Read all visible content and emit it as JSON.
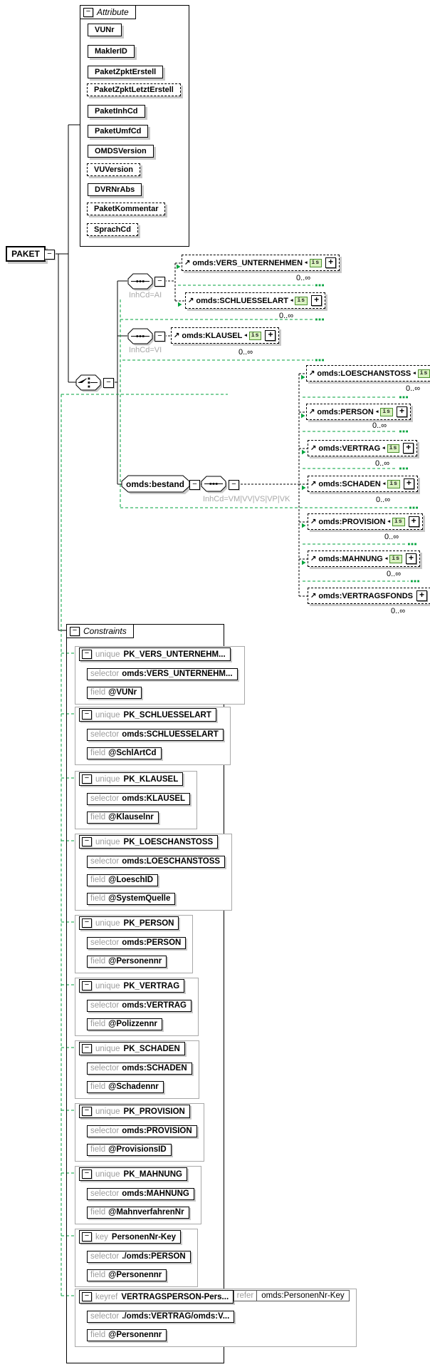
{
  "root": {
    "label": "PAKET"
  },
  "attributes": {
    "title": "Attribute",
    "items": [
      {
        "label": "VUNr",
        "optional": false
      },
      {
        "label": "MaklerID",
        "optional": false
      },
      {
        "label": "PaketZpktErstell",
        "optional": false
      },
      {
        "label": "PaketZpktLetztErstell",
        "optional": true
      },
      {
        "label": "PaketInhCd",
        "optional": false
      },
      {
        "label": "PaketUmfCd",
        "optional": false
      },
      {
        "label": "OMDSVersion",
        "optional": false
      },
      {
        "label": "VUVersion",
        "optional": true
      },
      {
        "label": "DVRNrAbs",
        "optional": false
      },
      {
        "label": "PaketKommentar",
        "optional": true
      },
      {
        "label": "SprachCd",
        "optional": true
      }
    ]
  },
  "tree": {
    "branch_ai_condition": "InhCd=AI",
    "branch_vi_condition": "InhCd=VI",
    "bestand_label": "omds:bestand",
    "bestand_condition": "InhCd=VM|VV|VS|VP|VK",
    "badge_text": "is",
    "elements": [
      {
        "label": "omds:VERS_UNTERNEHMEN",
        "badge": "is",
        "occurs": "0..∞"
      },
      {
        "label": "omds:SCHLUESSELART",
        "badge": "is",
        "occurs": "0..∞"
      },
      {
        "label": "omds:KLAUSEL",
        "badge": "is",
        "occurs": "0..∞"
      },
      {
        "label": "omds:LOESCHANSTOSS",
        "badge": "is",
        "occurs": "0..∞"
      },
      {
        "label": "omds:PERSON",
        "badge": "is",
        "occurs": "0..∞"
      },
      {
        "label": "omds:VERTRAG",
        "badge": "is",
        "occurs": "0..∞"
      },
      {
        "label": "omds:SCHADEN",
        "badge": "is",
        "occurs": "0..∞"
      },
      {
        "label": "omds:PROVISION",
        "badge": "is",
        "occurs": "0..∞"
      },
      {
        "label": "omds:MAHNUNG",
        "badge": "is",
        "occurs": "0..∞"
      },
      {
        "label": "omds:VERTRAGSFONDS",
        "badge": "",
        "occurs": "0..∞"
      }
    ]
  },
  "constraints": {
    "title": "Constraints",
    "keywords": {
      "selector": "selector",
      "field": "field",
      "refer": "refer"
    },
    "items": [
      {
        "kind": "unique",
        "name": "PK_VERS_UNTERNEHM...",
        "selector": "omds:VERS_UNTERNEHM...",
        "fields": [
          "@VUNr"
        ]
      },
      {
        "kind": "unique",
        "name": "PK_SCHLUESSELART",
        "selector": "omds:SCHLUESSELART",
        "fields": [
          "@SchlArtCd"
        ]
      },
      {
        "kind": "unique",
        "name": "PK_KLAUSEL",
        "selector": "omds:KLAUSEL",
        "fields": [
          "@Klauselnr"
        ]
      },
      {
        "kind": "unique",
        "name": "PK_LOESCHANSTOSS",
        "selector": "omds:LOESCHANSTOSS",
        "fields": [
          "@LoeschID",
          "@SystemQuelle"
        ]
      },
      {
        "kind": "unique",
        "name": "PK_PERSON",
        "selector": "omds:PERSON",
        "fields": [
          "@Personennr"
        ]
      },
      {
        "kind": "unique",
        "name": "PK_VERTRAG",
        "selector": "omds:VERTRAG",
        "fields": [
          "@Polizzennr"
        ]
      },
      {
        "kind": "unique",
        "name": "PK_SCHADEN",
        "selector": "omds:SCHADEN",
        "fields": [
          "@Schadennr"
        ]
      },
      {
        "kind": "unique",
        "name": "PK_PROVISION",
        "selector": "omds:PROVISION",
        "fields": [
          "@ProvisionsID"
        ]
      },
      {
        "kind": "unique",
        "name": "PK_MAHNUNG",
        "selector": "omds:MAHNUNG",
        "fields": [
          "@MahnverfahrenNr"
        ]
      },
      {
        "kind": "key",
        "name": "PersonenNr-Key",
        "selector": "./omds:PERSON",
        "fields": [
          "@Personennr"
        ]
      },
      {
        "kind": "keyref",
        "name": "VERTRAGSPERSON-Pers...",
        "refer": "omds:PersonenNr-Key",
        "selector": "./omds:VERTRAG/omds:V...",
        "fields": [
          "@Personennr"
        ]
      }
    ]
  }
}
